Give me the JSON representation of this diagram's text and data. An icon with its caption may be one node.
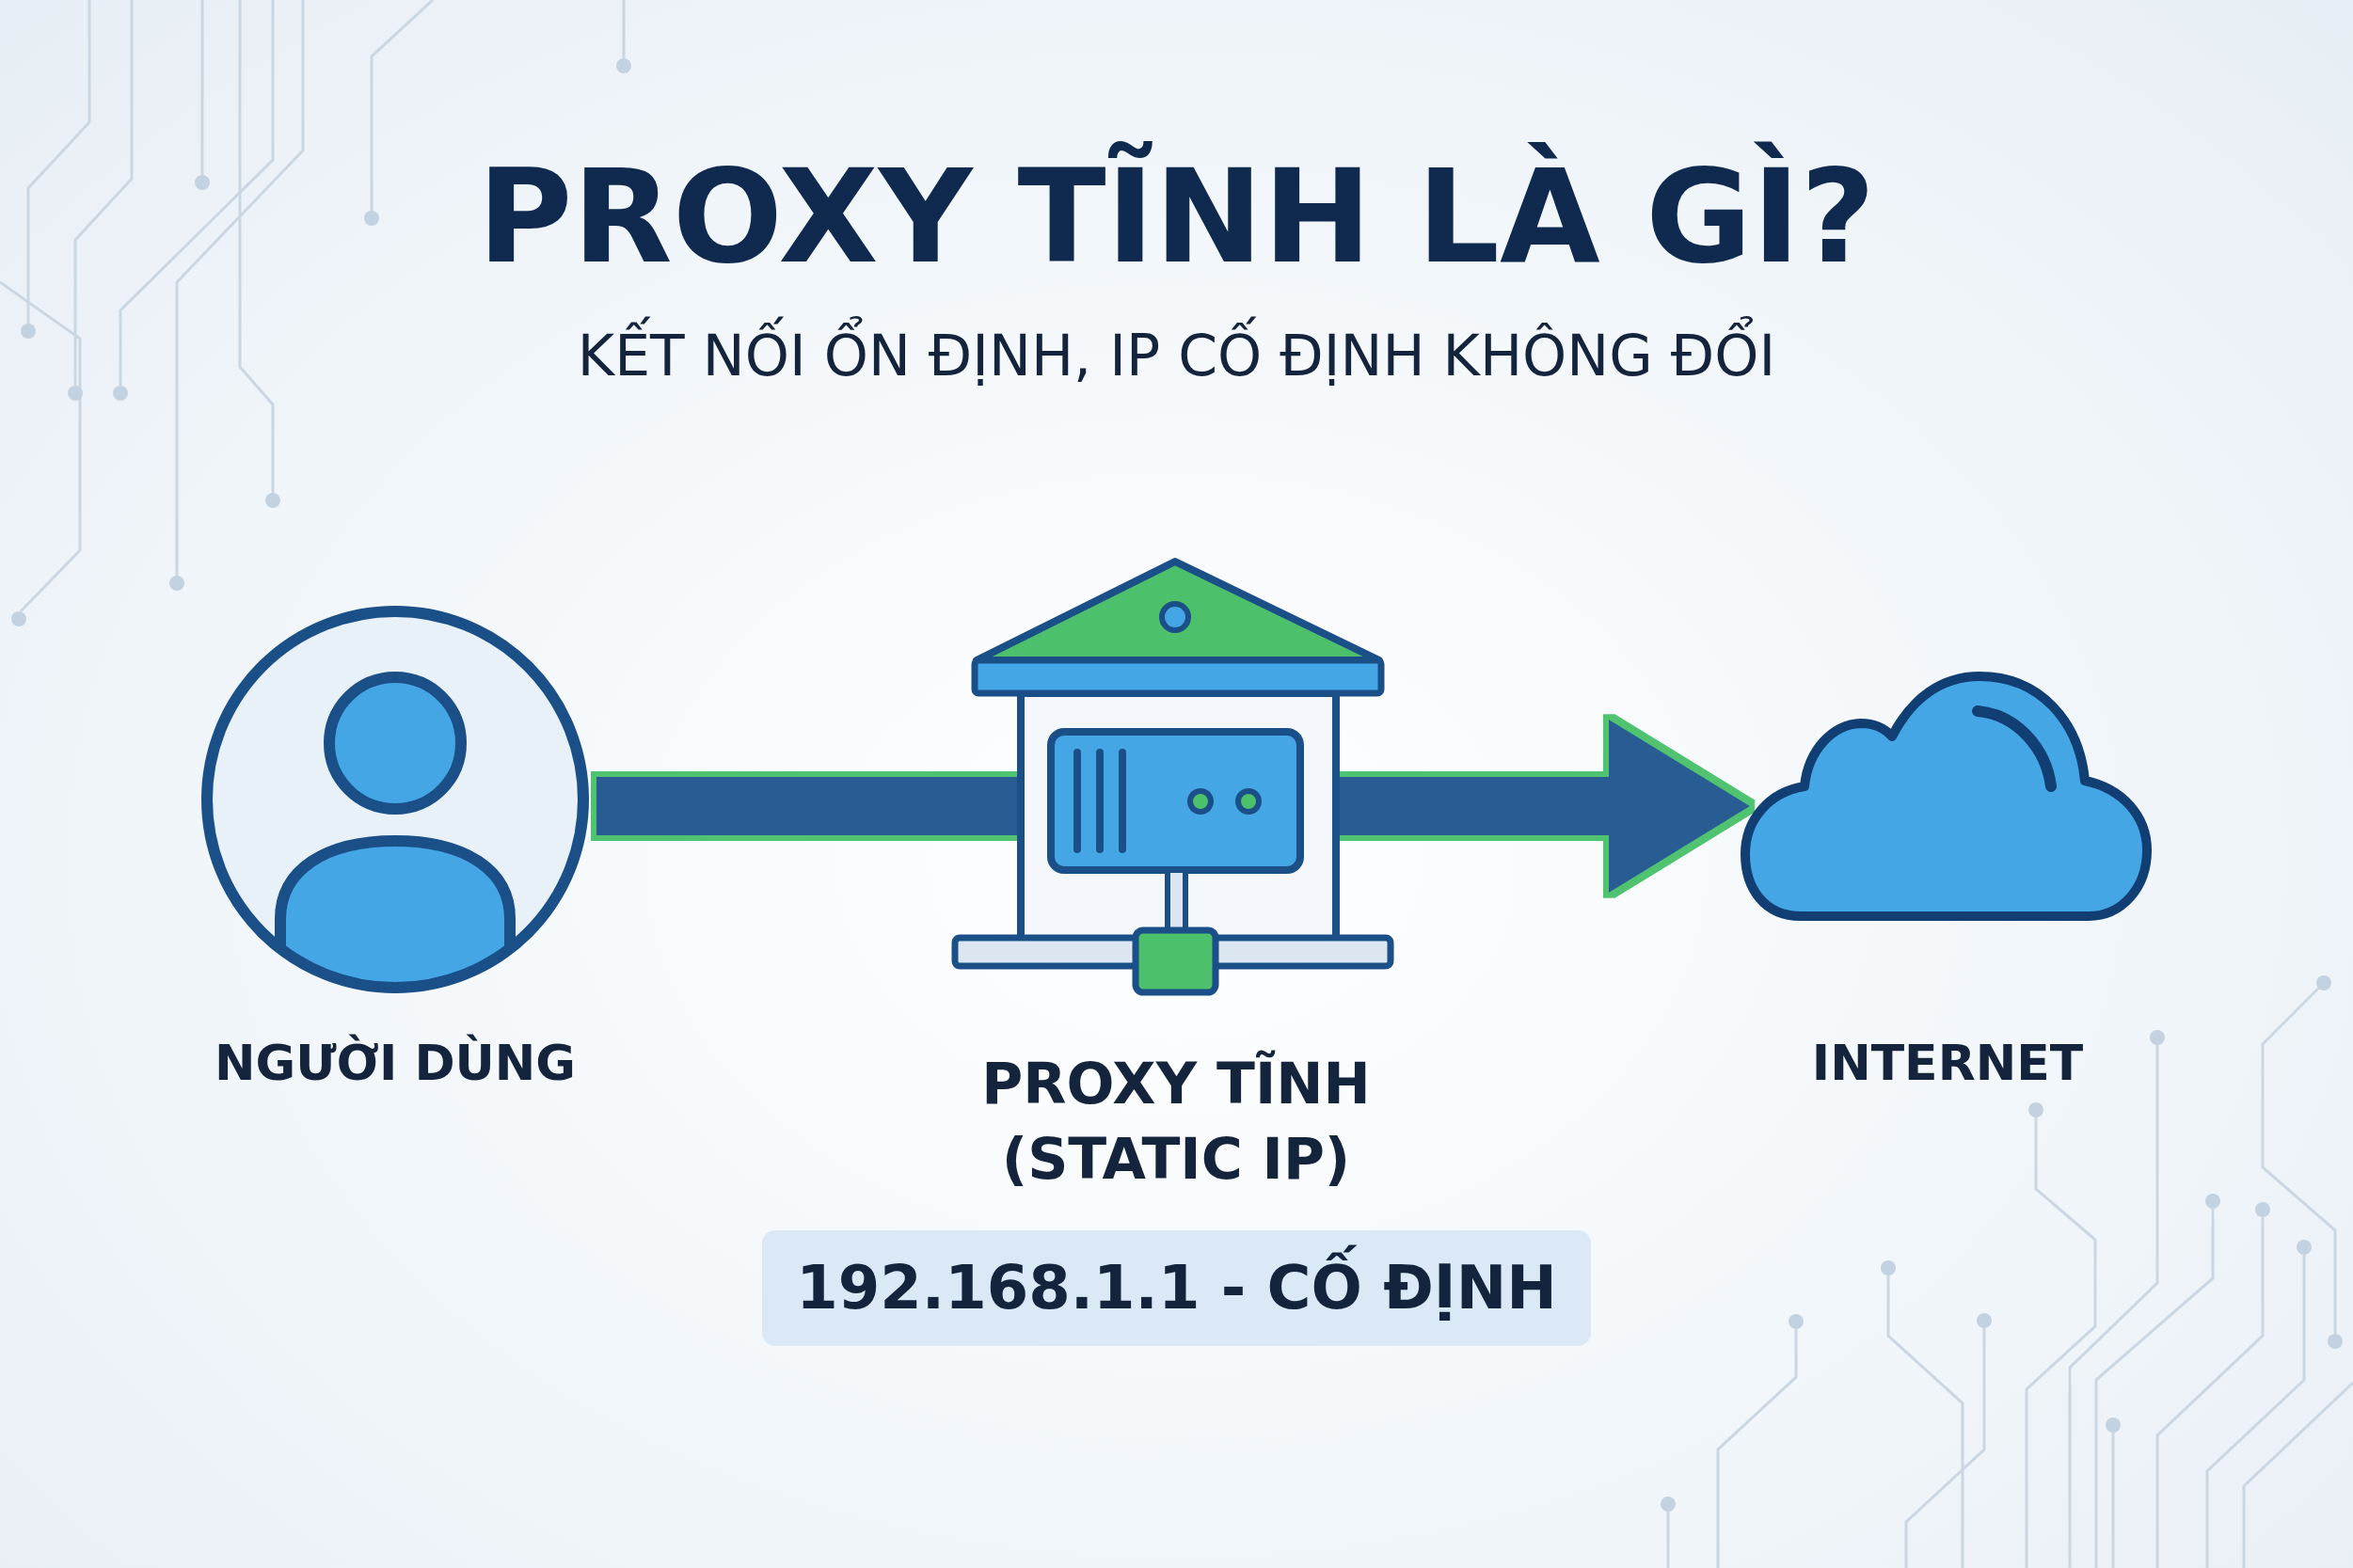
{
  "diagram": {
    "title": "PROXY TĨNH LÀ GÌ?",
    "nodes": [
      {
        "text": [
          "NGƯỜI DÙNG"
        ]
      },
      {
        "text": [
          "PROXY TĨNH (STATIC IP)"
        ]
      },
      {
        "text": [
          "INTERNET"
        ]
      },
      {
        "text": [
          "192.168.1.1 - CỐ ĐỊNH"
        ]
      }
    ],
    "edges": [
      {
        "from": 0,
        "to": 1,
        "arrow": "none"
      },
      {
        "from": 1,
        "to": 2,
        "arrow": "to"
      }
    ],
    "labels": [
      "KẾT NỐI ỔN ĐỊNH, IP CỐ ĐỊNH KHÔNG ĐỔI"
    ]
  }
}
